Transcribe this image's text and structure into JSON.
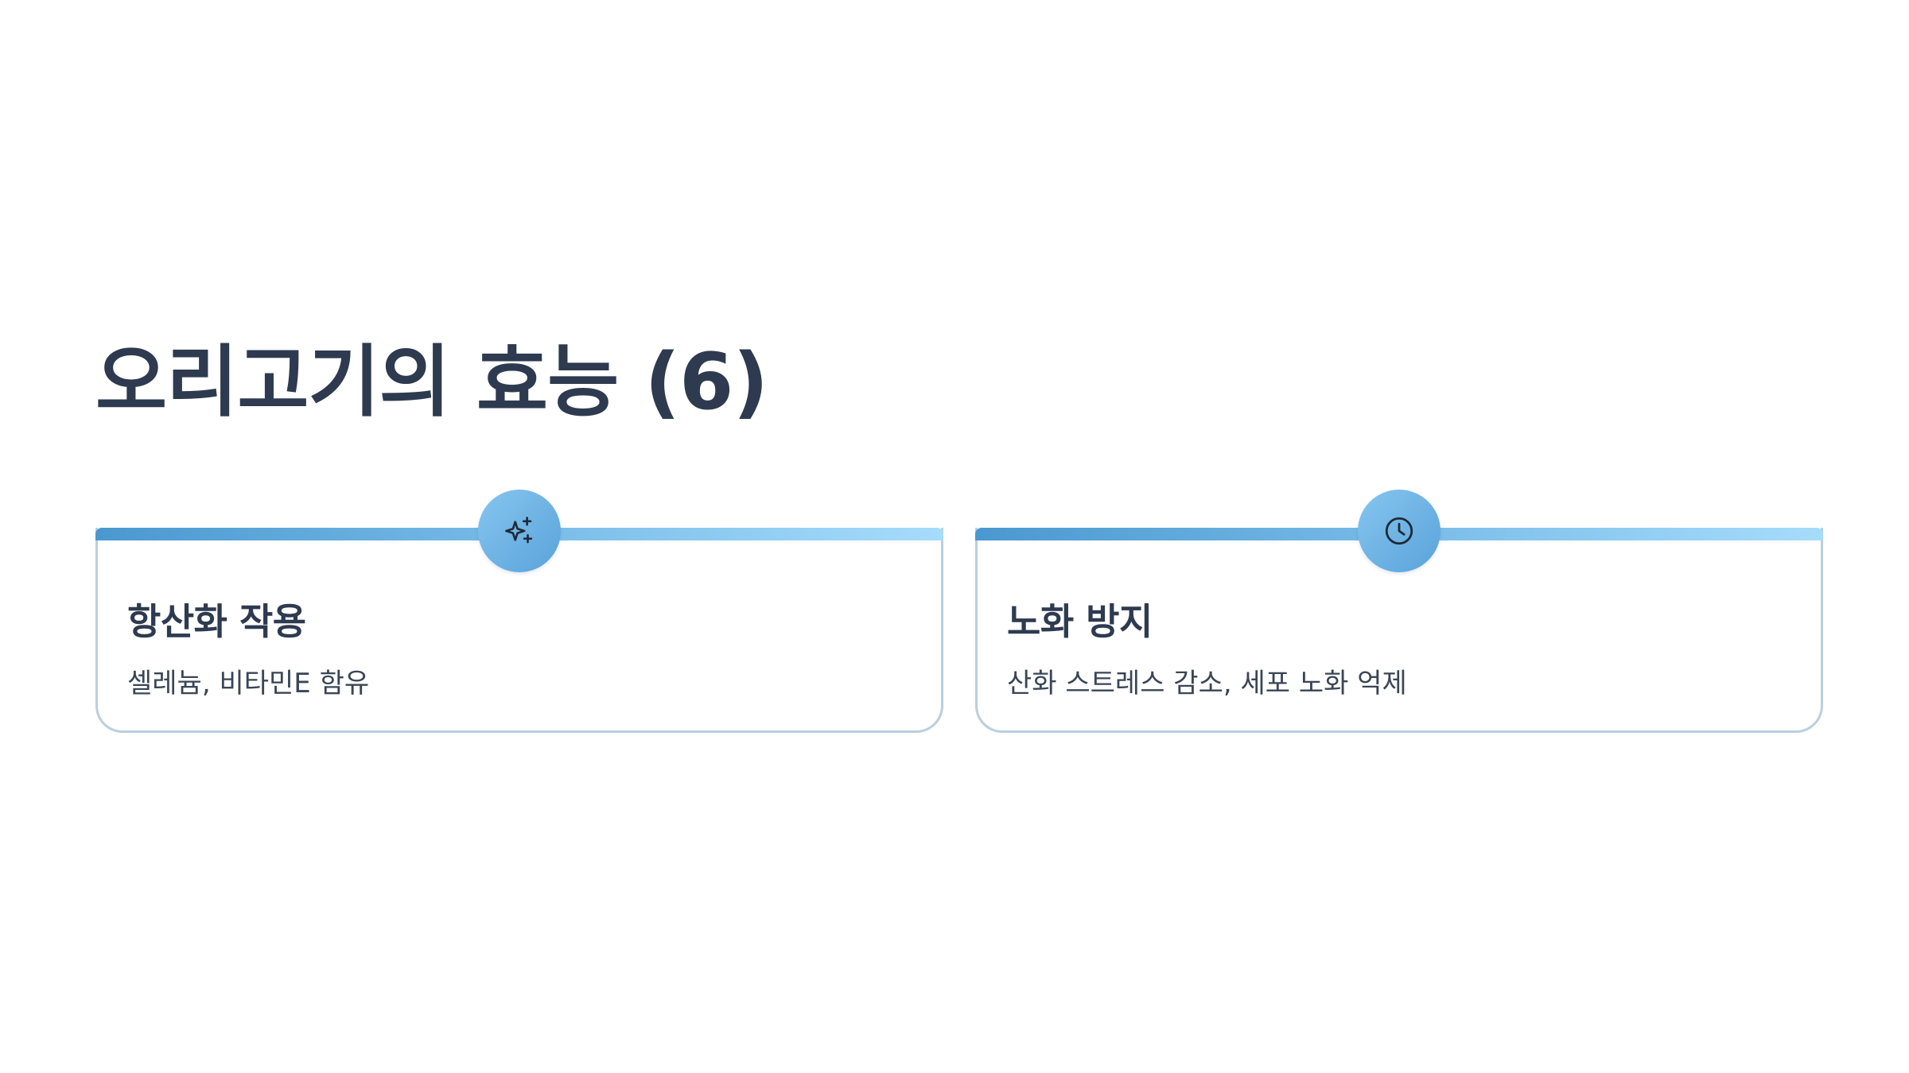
{
  "slide": {
    "title": "오리고기의 효능 (6)"
  },
  "cards": [
    {
      "title": "항산화 작용",
      "description": "셀레늄, 비타민E 함유",
      "icon": "sparkles-icon"
    },
    {
      "title": "노화 방지",
      "description": "산화 스트레스 감소, 세포 노화 억제",
      "icon": "clock-icon"
    }
  ],
  "colors": {
    "title": "#2e3a4f",
    "accent_start": "#4a98d0",
    "accent_end": "#a6dcfb",
    "card_border": "#b9cfdf"
  }
}
